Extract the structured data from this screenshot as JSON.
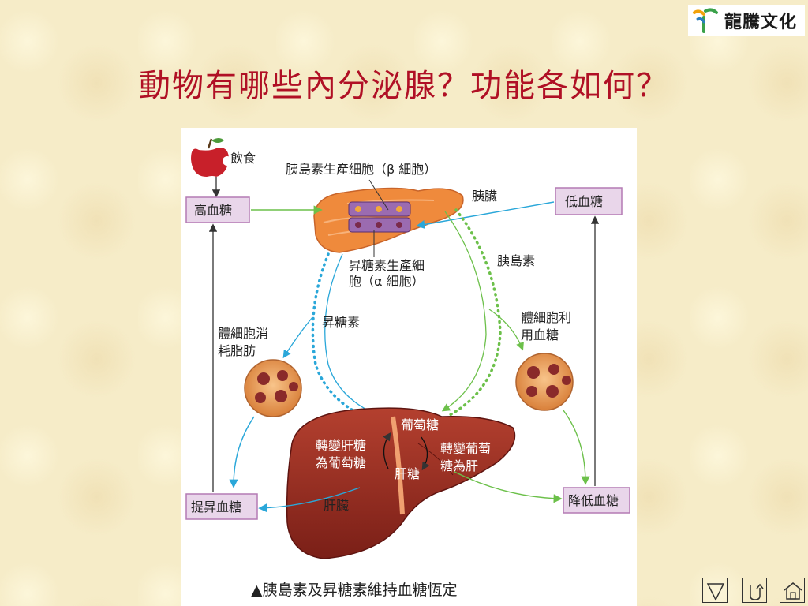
{
  "logo": {
    "text": "龍騰文化"
  },
  "title": "動物有哪些內分泌腺？功能各如何？",
  "figure": {
    "labels": {
      "diet": "飲食",
      "high_sugar": "高血糖",
      "low_sugar": "低血糖",
      "raise_sugar": "提昇血糖",
      "lower_sugar": "降低血糖",
      "beta_cells": "胰島素生產細胞（β 細胞）",
      "pancreas": "胰臟",
      "insulin": "胰島素",
      "alpha_cells_line1": "昇糖素生產細",
      "alpha_cells_line2": "胞（α 細胞）",
      "glucagon": "昇糖素",
      "consume_fat_line1": "體細胞消",
      "consume_fat_line2": "耗脂肪",
      "use_sugar_line1": "體細胞利",
      "use_sugar_line2": "用血糖",
      "glucose": "葡萄糖",
      "glycogen_to_glucose_line1": "轉變肝糖",
      "glycogen_to_glucose_line2": "為葡萄糖",
      "glucose_to_glycogen_line1": "轉變葡萄",
      "glucose_to_glycogen_line2": "糖為肝",
      "glycogen": "肝糖",
      "liver": "肝臟"
    },
    "caption": "▲胰島素及昇糖素維持血糖恆定"
  },
  "colors": {
    "title": "#b01025",
    "box_fill": "#e9d6ea",
    "box_border": "#b47ab4",
    "blue_arrow": "#2aa7d9",
    "green_arrow": "#6cc04a",
    "liver": "#9a2d22",
    "pancreas": "#ef8a3c"
  },
  "nav": {
    "next": "down-triangle-icon",
    "return": "return-icon",
    "home": "home-icon"
  }
}
